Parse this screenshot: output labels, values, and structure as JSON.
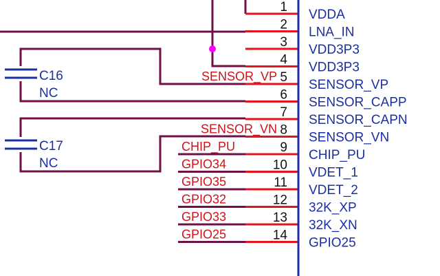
{
  "colors": {
    "background": "#ffffff",
    "pin_line": "#e3141c",
    "net_wire": "#6e1046",
    "junction": "#ff00ff",
    "symbol_body": "#1b2fa3",
    "pin_name_text": "#1b2fa3",
    "net_label_text": "#d0121a",
    "cap_text": "#1b2fa3"
  },
  "pins": [
    {
      "number": "1",
      "name": "VDDA"
    },
    {
      "number": "2",
      "name": "LNA_IN"
    },
    {
      "number": "3",
      "name": "VDD3P3"
    },
    {
      "number": "4",
      "name": "VDD3P3"
    },
    {
      "number": "5",
      "name": "SENSOR_VP"
    },
    {
      "number": "6",
      "name": "SENSOR_CAPP"
    },
    {
      "number": "7",
      "name": "SENSOR_CAPN"
    },
    {
      "number": "8",
      "name": "SENSOR_VN"
    },
    {
      "number": "9",
      "name": "CHIP_PU"
    },
    {
      "number": "10",
      "name": "VDET_1"
    },
    {
      "number": "11",
      "name": "VDET_2"
    },
    {
      "number": "12",
      "name": "32K_XP"
    },
    {
      "number": "13",
      "name": "32K_XN"
    },
    {
      "number": "14",
      "name": "GPIO25"
    }
  ],
  "net_labels": [
    {
      "pin": 5,
      "text": "SENSOR_VP"
    },
    {
      "pin": 8,
      "text": "SENSOR_VN"
    },
    {
      "pin": 9,
      "text": "CHIP_PU"
    },
    {
      "pin": 10,
      "text": "GPIO34"
    },
    {
      "pin": 11,
      "text": "GPIO35"
    },
    {
      "pin": 12,
      "text": "GPIO32"
    },
    {
      "pin": 13,
      "text": "GPIO33"
    },
    {
      "pin": 14,
      "text": "GPIO25"
    }
  ],
  "capacitors": [
    {
      "designator": "C16",
      "value": "NC"
    },
    {
      "designator": "C17",
      "value": "NC"
    }
  ]
}
